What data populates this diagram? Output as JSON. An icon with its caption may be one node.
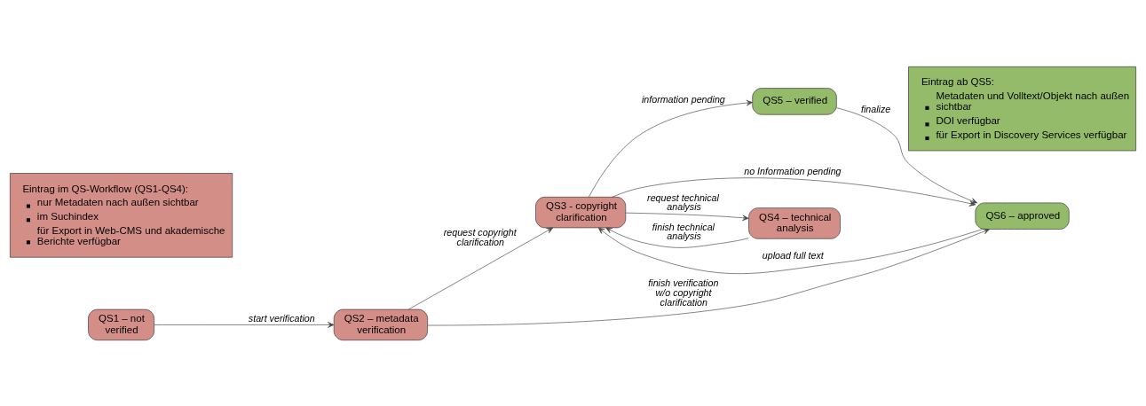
{
  "diagram": {
    "nodes": [
      {
        "text": [
          "QS1 – not verified"
        ]
      },
      {
        "text": [
          "QS2 – metadata verification"
        ]
      },
      {
        "text": [
          "QS3 - copyright clarification"
        ]
      },
      {
        "text": [
          "QS5 – verified"
        ]
      },
      {
        "text": [
          "QS6 – approved"
        ]
      },
      {
        "text": [
          "QS4 – technical analysis"
        ]
      },
      {
        "text": [
          "Eintrag im QS-Workflow (QS1-QS4):",
          "nur Metadaten nach außen sichtbar",
          "im Suchindex",
          "für Export in Web-CMS und akademische Berichte verfügbar"
        ]
      },
      {
        "text": [
          "Eintrag ab QS5:",
          "Metadaten und Volltext/Objekt nach außen sichtbar",
          "DOI verfügbar",
          "für Export in Discovery Services verfügbar"
        ]
      }
    ],
    "edges": [
      {
        "from": 0,
        "to": 1,
        "arrow": "to",
        "label": "start verification"
      },
      {
        "from": 1,
        "to": 2,
        "arrow": "to",
        "label": "request copyright clarification"
      },
      {
        "from": 2,
        "to": 3,
        "arrow": "to",
        "label": "information pending"
      },
      {
        "from": 3,
        "to": 4,
        "arrow": "to",
        "label": "finalize"
      },
      {
        "from": 1,
        "to": 4,
        "arrow": "to",
        "label": "finish verification w/o copyright clarification"
      },
      {
        "from": 4,
        "to": 2,
        "arrow": "to",
        "label": "upload full text"
      },
      {
        "from": 2,
        "to": 4,
        "arrow": "to",
        "label": "no Information pending"
      },
      {
        "from": 2,
        "to": 5,
        "arrow": "to",
        "label": "request technical analysis"
      },
      {
        "from": 5,
        "to": 2,
        "arrow": "to",
        "label": "finish technical analysis"
      }
    ]
  }
}
